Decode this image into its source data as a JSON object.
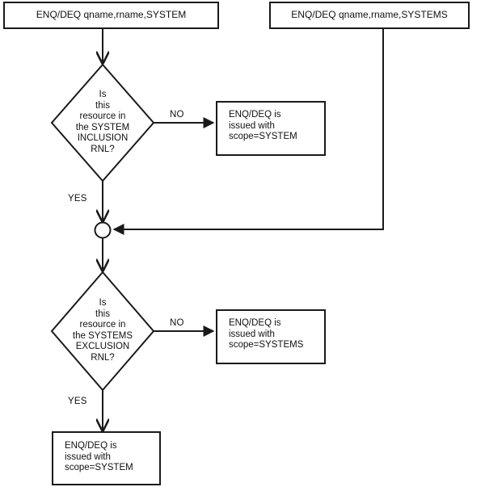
{
  "diagram": {
    "title": "ENQ/DEQ scope resolution flowchart",
    "type": "flowchart",
    "stroke_color": "#1a1a1a",
    "fill_color": "#ffffff",
    "text_color": "#111111"
  },
  "nodes": {
    "start_left": {
      "shape": "process",
      "label": "ENQ/DEQ qname,rname,SYSTEM"
    },
    "start_right": {
      "shape": "process",
      "label": "ENQ/DEQ qname,rname,SYSTEMS"
    },
    "decision_inclusion": {
      "shape": "decision",
      "label": "Is\nthis\nresource in\nthe SYSTEM\nINCLUSION\nRNL?"
    },
    "result_inclusion_no": {
      "shape": "process",
      "label": "ENQ/DEQ is\nissued with\nscope=SYSTEM"
    },
    "junction": {
      "shape": "connector",
      "label": ""
    },
    "decision_exclusion": {
      "shape": "decision",
      "label": "Is\nthis\nresource in\nthe SYSTEMS\nEXCLUSION\nRNL?"
    },
    "result_exclusion_no": {
      "shape": "process",
      "label": "ENQ/DEQ is\nissued with\nscope=SYSTEMS"
    },
    "result_final_yes": {
      "shape": "process",
      "label": "ENQ/DEQ is\nissued with\nscope=SYSTEM"
    }
  },
  "edge_labels": {
    "inclusion_no": "NO",
    "inclusion_yes": "YES",
    "exclusion_no": "NO",
    "exclusion_yes": "YES"
  }
}
